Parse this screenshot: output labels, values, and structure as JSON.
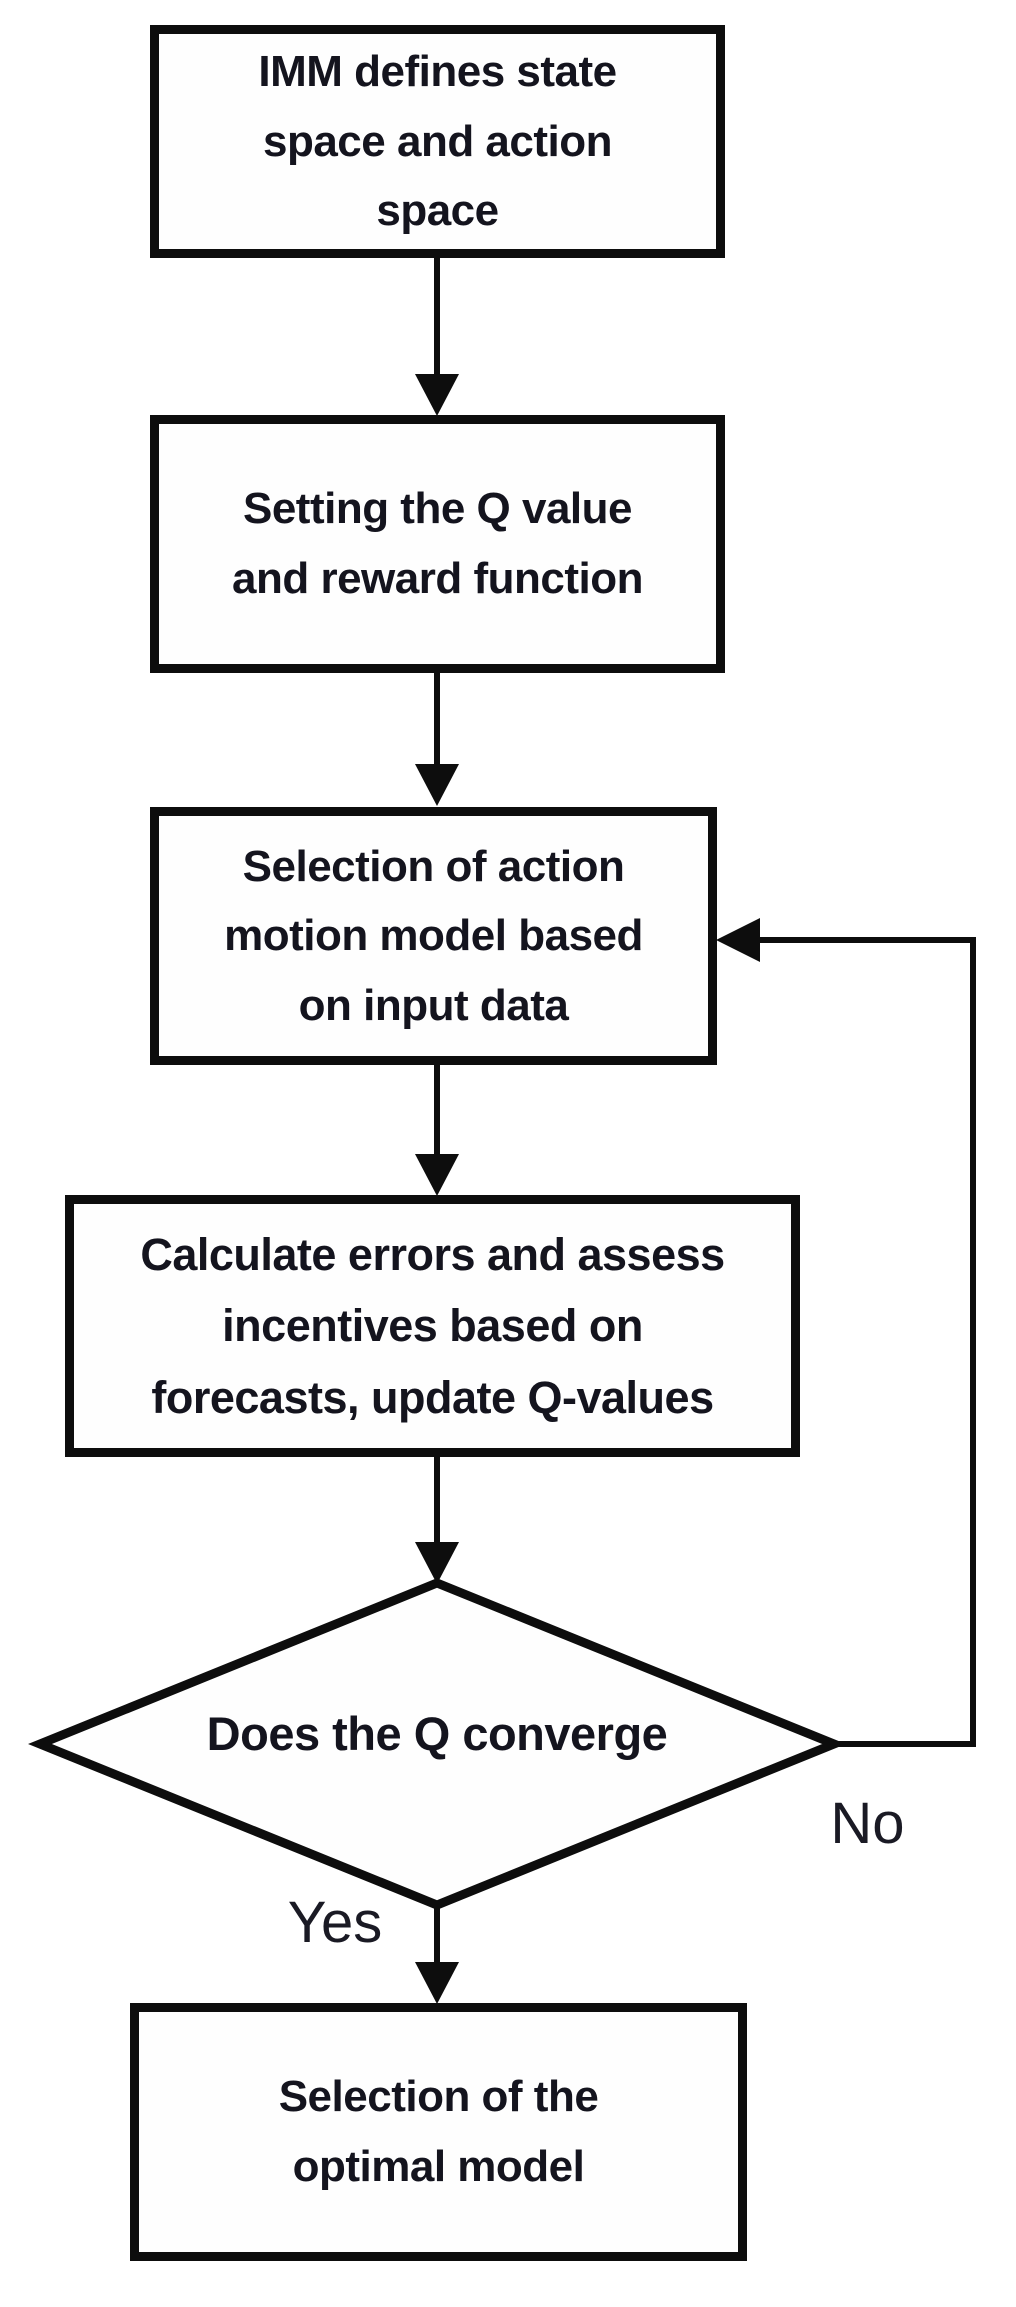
{
  "diagram": {
    "type": "flowchart",
    "nodes": {
      "define": {
        "label": "IMM defines state space and action space",
        "lines": [
          "IMM defines state",
          "space and action",
          "space"
        ],
        "shape": "rectangle"
      },
      "setting": {
        "label": "Setting the Q value and reward function",
        "lines": [
          "Setting the Q value",
          "and reward function"
        ],
        "shape": "rectangle"
      },
      "selection": {
        "label": "Selection of action motion model based on input data",
        "lines": [
          "Selection of action",
          "motion model based",
          "on input data"
        ],
        "shape": "rectangle"
      },
      "calculate": {
        "label": "Calculate errors and assess incentives based on forecasts, update Q-values",
        "lines": [
          "Calculate errors and assess",
          "incentives based on",
          "forecasts, update Q-values"
        ],
        "shape": "rectangle"
      },
      "converge": {
        "label": "Does the Q converge",
        "shape": "diamond"
      },
      "optimal": {
        "label": "Selection of the optimal model",
        "lines": [
          "Selection of the",
          "optimal model"
        ],
        "shape": "rectangle"
      }
    },
    "edges": [
      {
        "from": "define",
        "to": "setting",
        "label": ""
      },
      {
        "from": "setting",
        "to": "selection",
        "label": ""
      },
      {
        "from": "selection",
        "to": "calculate",
        "label": ""
      },
      {
        "from": "calculate",
        "to": "converge",
        "label": ""
      },
      {
        "from": "converge",
        "to": "optimal",
        "label": "Yes"
      },
      {
        "from": "converge",
        "to": "selection",
        "label": "No"
      }
    ],
    "labels": {
      "yes": "Yes",
      "no": "No"
    },
    "colors": {
      "stroke": "#0d0d0d",
      "text": "#14141e",
      "background": "#ffffff"
    }
  }
}
